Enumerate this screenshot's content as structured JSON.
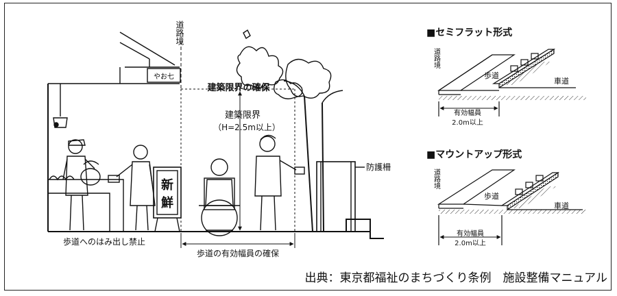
{
  "main": {
    "road_boundary": "道路境",
    "shop_sign": "やお七",
    "building_limit_secure": "建築限界の確保",
    "building_limit": "建築限界",
    "building_limit_height": "（H=2.5m以上）",
    "fresh_sign": [
      "新",
      "鮮"
    ],
    "guard_fence": "防護柵",
    "no_overhang": "歩道へのはみ出し禁止",
    "width_secure": "歩道の有効幅員の確保"
  },
  "semiflat": {
    "title": "■セミフラット形式",
    "road_boundary": "道路境",
    "sidewalk": "歩道",
    "roadway": "車道",
    "eff_width": "有効幅員",
    "min_width": "2.0m以上"
  },
  "mountup": {
    "title": "■マウントアップ形式",
    "road_boundary": "道路境",
    "sidewalk": "歩道",
    "roadway": "車道",
    "eff_width": "有効幅員",
    "min_width": "2.0m以上"
  },
  "source": "出典：東京都福祉のまちづくり条例　施設整備マニュアル"
}
